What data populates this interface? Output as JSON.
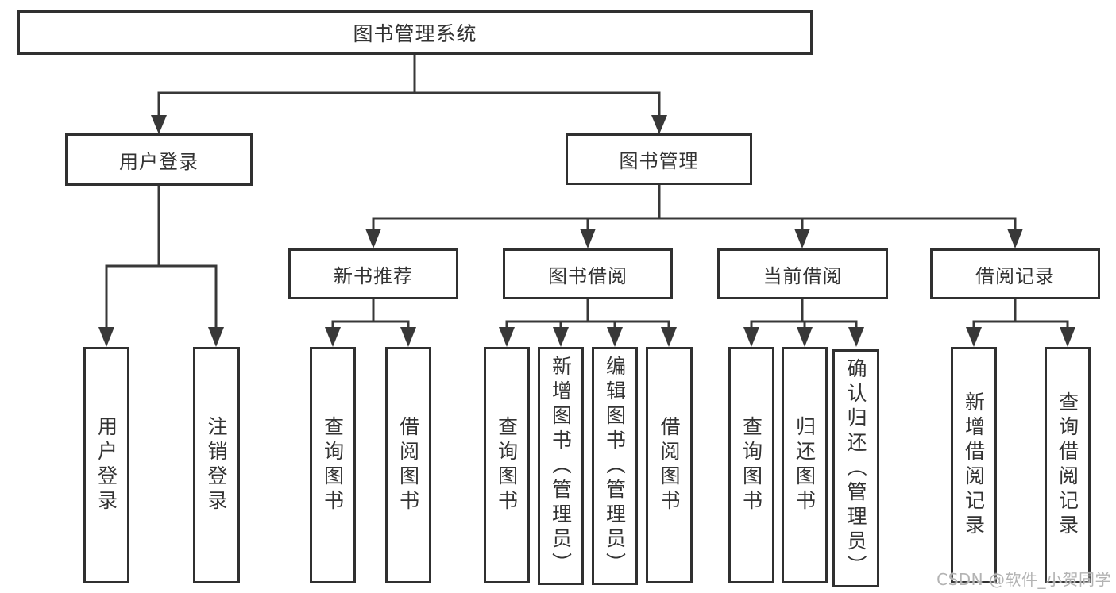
{
  "meta": {
    "background_color": "#ffffff",
    "line_color": "#383838",
    "box_border_color": "#303030",
    "text_color": "#333333",
    "watermark_color": "#b3b3b3"
  },
  "watermark": "CSDN @软件_小贺同学",
  "tree": {
    "root": {
      "label": "图书管理系统",
      "children": [
        {
          "label": "用户登录",
          "children": [
            {
              "label": "用户登录"
            },
            {
              "label": "注销登录"
            }
          ]
        },
        {
          "label": "图书管理",
          "children": [
            {
              "label": "新书推荐",
              "children": [
                {
                  "label": "查询图书"
                },
                {
                  "label": "借阅图书"
                }
              ]
            },
            {
              "label": "图书借阅",
              "children": [
                {
                  "label": "查询图书"
                },
                {
                  "label": "新增图书（管理员）"
                },
                {
                  "label": "编辑图书（管理员）"
                },
                {
                  "label": "借阅图书"
                }
              ]
            },
            {
              "label": "当前借阅",
              "children": [
                {
                  "label": "查询图书"
                },
                {
                  "label": "归还图书"
                },
                {
                  "label": "确认归还（管理员）"
                }
              ]
            },
            {
              "label": "借阅记录",
              "children": [
                {
                  "label": "新增借阅记录"
                },
                {
                  "label": "查询借阅记录"
                }
              ]
            }
          ]
        }
      ]
    }
  }
}
